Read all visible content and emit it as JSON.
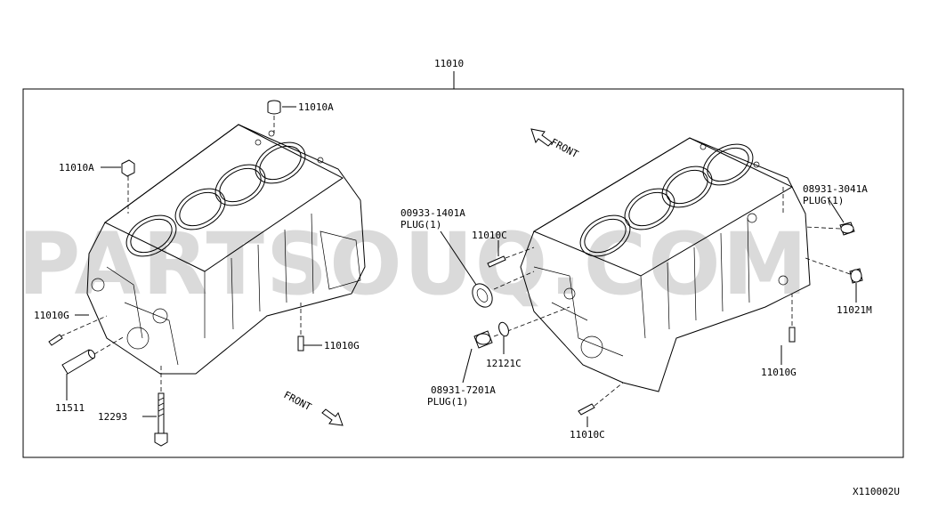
{
  "watermark": "PARTSOUQ.COM",
  "labels": {
    "main": "11010",
    "p11010A_top": "11010A",
    "p11010A_left": "11010A",
    "p00933": "00933-1401A",
    "plug_00933": "PLUG(1)",
    "p11010C_mid": "11010C",
    "p08931_3041A": "08931-3041A",
    "plug_08931_3041A": "PLUG(1)",
    "p11021M": "11021M",
    "p11010G_left": "11010G",
    "p11010G_mid": "11010G",
    "p11010G_right": "11010G",
    "p11511": "11511",
    "p12293": "12293",
    "p12121C": "12121C",
    "p08931_7201A": "08931-7201A",
    "plug_08931_7201A": "PLUG(1)",
    "p11010C_bottom": "11010C",
    "front_top": "FRONT",
    "front_bottom": "FRONT",
    "diagram_code": "X110002U"
  }
}
